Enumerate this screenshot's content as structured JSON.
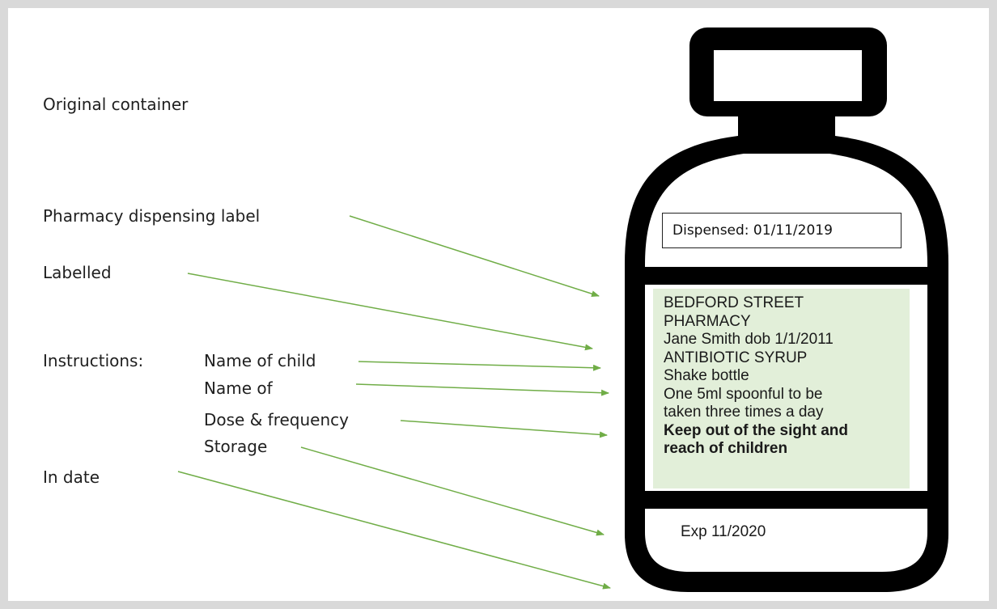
{
  "left_labels": {
    "original_container": "Original container",
    "pharmacy_dispensing_label": "Pharmacy dispensing label",
    "labelled": "Labelled",
    "instructions_heading": "Instructions:",
    "name_of_child": "Name of child",
    "name_of": "Name of",
    "dose_frequency": "Dose & frequency",
    "storage": "Storage",
    "in_date": "In date"
  },
  "bottle": {
    "dispensed": "Dispensed: 01/11/2019",
    "label_lines": [
      "BEDFORD STREET",
      "PHARMACY",
      "Jane Smith  dob 1/1/2011",
      "ANTIBIOTIC SYRUP",
      "Shake bottle",
      "One 5ml spoonful to be",
      "taken three times a day",
      "Keep out of the sight and",
      "reach of children"
    ],
    "expiry": "Exp 11/2020"
  },
  "colors": {
    "arrow": "#70ad47",
    "label_fill": "#e2efd9",
    "bottle_outline": "#000000",
    "page_border": "#d9d9d9"
  }
}
